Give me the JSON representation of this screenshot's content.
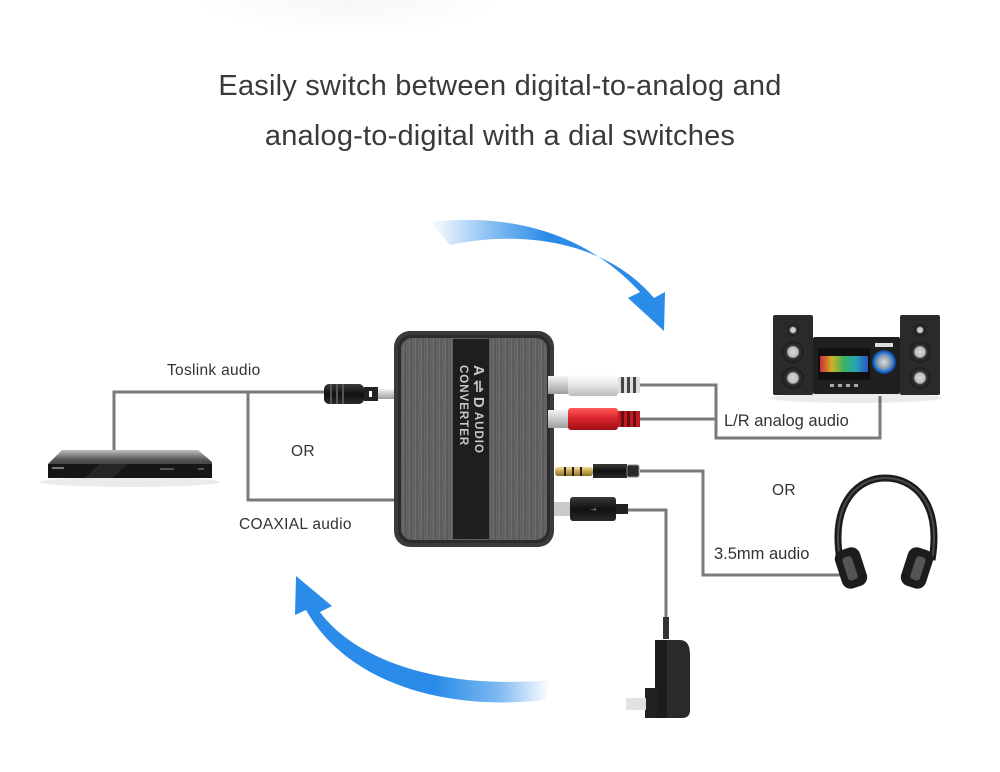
{
  "title": {
    "line1": "Easily switch between digital-to-analog and",
    "line2": "analog-to-digital with a dial switches"
  },
  "device": {
    "label_a": "A",
    "label_arrow": "⇌",
    "label_d": "D",
    "label_name": "AUDIO CONVERTER"
  },
  "labels": {
    "toslink": "Toslink audio",
    "or_left": "OR",
    "coaxial": "COAXIAL audio",
    "lr_analog": "L/R analog audio",
    "or_right": "OR",
    "mm35": "3.5mm audio"
  },
  "colors": {
    "arrow_blue": "#2a8be8",
    "cable_gray": "#7a7a7a",
    "device_body": "#5a5a5a",
    "rca_red": "#d8232a",
    "rca_white": "#e9e9e9"
  }
}
